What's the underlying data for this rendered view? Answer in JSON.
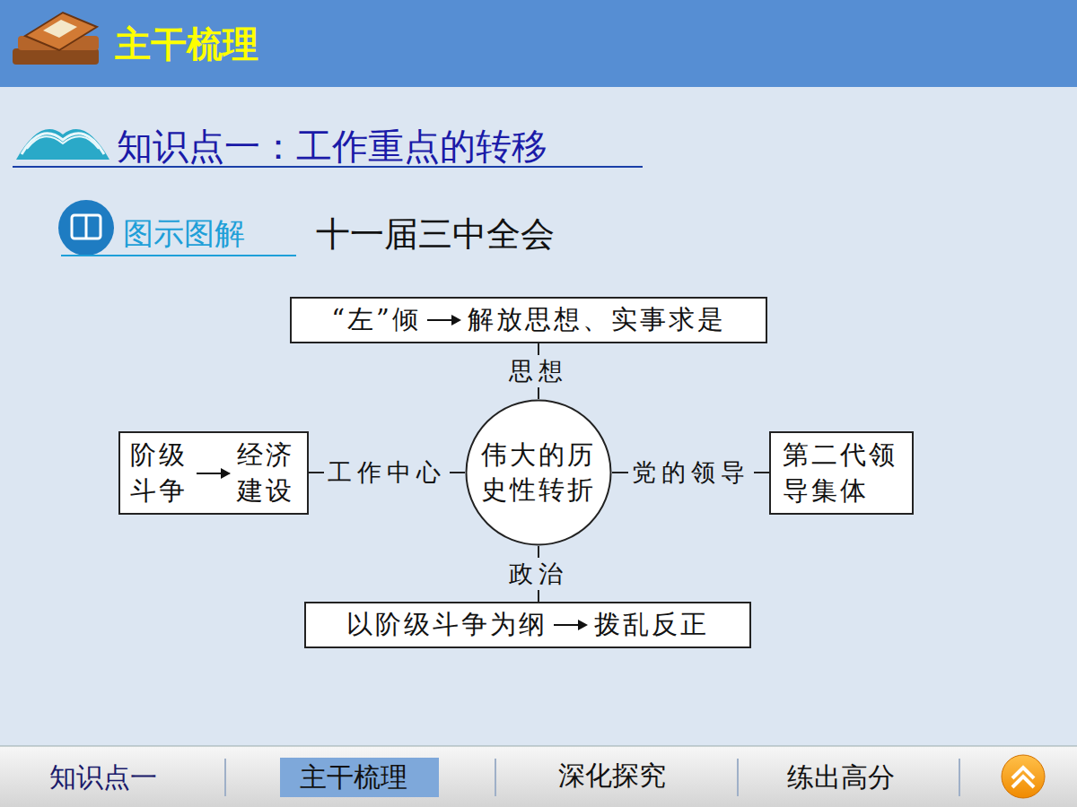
{
  "diagram": {
    "title": "主干梳理",
    "nodes": [
      {
        "text": [
          "“左”倾",
          "解放思想、实事求是"
        ]
      },
      {
        "text": [
          "阶级斗争",
          "经济建设"
        ]
      },
      {
        "text": [
          "伟大的历史性转折"
        ]
      },
      {
        "text": [
          "第二代领导集体"
        ]
      },
      {
        "text": [
          "以阶级斗争为纲",
          "拨乱反正"
        ]
      }
    ],
    "edges": [
      {
        "from": 2,
        "to": 0,
        "label": "思想",
        "arrow": "none"
      },
      {
        "from": 2,
        "to": 1,
        "label": "工作中心",
        "arrow": "none"
      },
      {
        "from": 2,
        "to": 3,
        "label": "党的领导",
        "arrow": "none"
      },
      {
        "from": 2,
        "to": 4,
        "label": "政治",
        "arrow": "none"
      }
    ],
    "labels": [
      "知识点一：工作重点的转移",
      "图示图解",
      "十一届三中全会",
      "知识点一",
      "主干梳理",
      "深化探究",
      "练出高分"
    ]
  }
}
